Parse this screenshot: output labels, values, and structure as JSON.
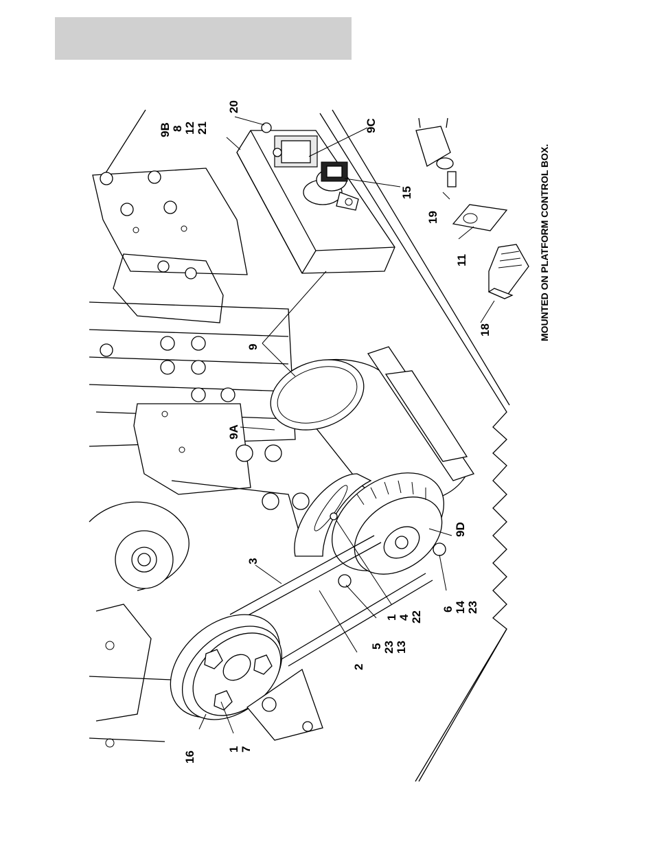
{
  "header": {
    "title": ""
  },
  "note": "MOUNTED ON PLATFORM CONTROL BOX.",
  "callouts": {
    "c20": "20",
    "c9b": "9B",
    "c8": "8",
    "c12": "12",
    "c21": "21",
    "c9c": "9C",
    "c15": "15",
    "c19": "19",
    "c11": "11",
    "c18": "18",
    "c9": "9",
    "c9a": "9A",
    "c9d": "9D",
    "c3": "3",
    "c6": "6",
    "c14": "14",
    "c23a": "23",
    "c1a": "1",
    "c4": "4",
    "c22": "22",
    "c5": "5",
    "c23b": "23",
    "c13": "13",
    "c2": "2",
    "c16": "16",
    "c1b": "1",
    "c7": "7"
  }
}
